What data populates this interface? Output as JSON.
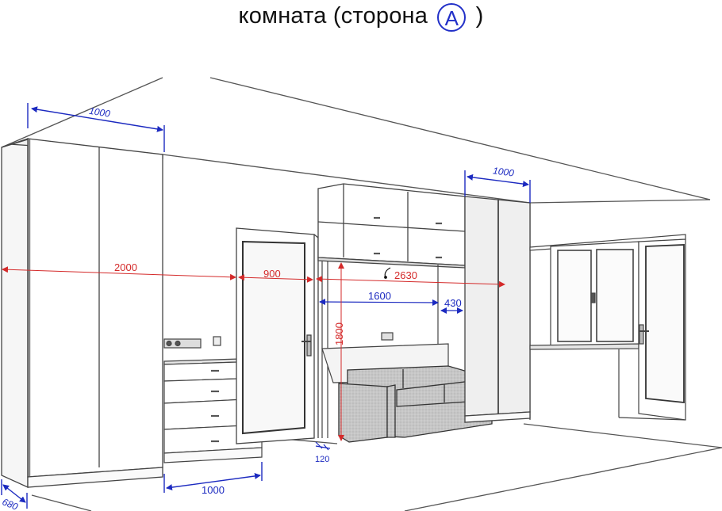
{
  "title": {
    "prefix": "комната (сторона",
    "side_letter": "A",
    "suffix": ")"
  },
  "colors": {
    "dimension_red": "#d42a2a",
    "dimension_blue": "#1c2ac0",
    "line": "#444444",
    "sofa_fill": "#c9c9c9",
    "cabinet_fill": "#efefef"
  },
  "dimensions": {
    "left_wardrobe_width": "1000",
    "left_wardrobe_depth": "680",
    "wall_left_segment": "2000",
    "door_width": "900",
    "niche_width": "2630",
    "sofa_zone_width": "1600",
    "side_gap": "430",
    "niche_height": "1800",
    "wall_panel_thickness": "120",
    "dresser_width": "1000",
    "right_wardrobe_width": "1000"
  },
  "objects": {
    "left_wardrobe": "wardrobe-2-door",
    "dresser": "chest-of-4-drawers",
    "entry_door": "door",
    "wall_cabinets": "upper-cabinets-2x2",
    "sofa": "sofa-2-seat",
    "right_wardrobe": "wardrobe-2-door",
    "window": "double-window",
    "balcony_door": "balcony-door"
  }
}
